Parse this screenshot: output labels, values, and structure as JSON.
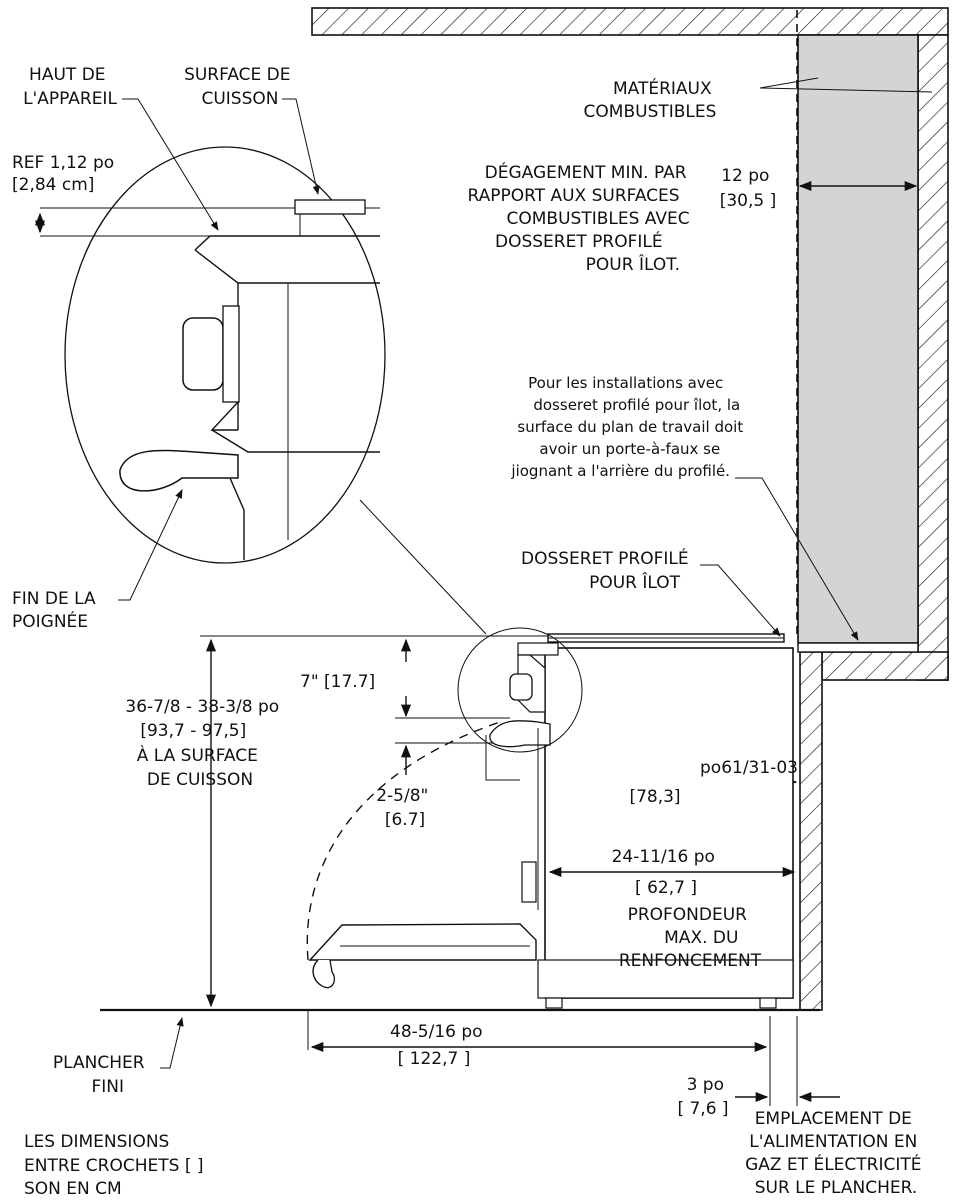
{
  "labels": {
    "haut_appareil": [
      "HAUT DE",
      "L'APPAREIL"
    ],
    "surface_cuisson": [
      "SURFACE DE",
      "CUISSON"
    ],
    "ref_dim": [
      "REF 1,12 po",
      "[2,84 cm]"
    ],
    "materiaux": [
      "MATÉRIAUX",
      "COMBUSTIBLES"
    ],
    "degagement": [
      "DÉGAGEMENT MIN. PAR",
      "RAPPORT AUX SURFACES",
      "COMBUSTIBLES AVEC",
      "DOSSERET PROFILÉ",
      "POUR ÎLOT."
    ],
    "clearance_dim": [
      "12 po",
      "[30,5 ]"
    ],
    "note_installation": [
      "Pour les installations avec",
      "dosseret profilé pour îlot, la",
      "surface du plan de travail doit",
      "avoir un porte-à-faux se",
      "jiognant a l'arrière du profilé."
    ],
    "dosseret": [
      "DOSSERET PROFILÉ",
      "POUR ÎLOT"
    ],
    "fin_poignee": [
      "FIN DE LA",
      "POIGNÉE"
    ],
    "height_dim": [
      "36-7/8 - 38-3/8 po",
      "[93,7 - 97,5]",
      "À LA SURFACE",
      "DE CUISSON"
    ],
    "dim_7": "7\" [17.7]",
    "dim_258": [
      "2-5/8\"",
      "[6.7]"
    ],
    "dim_783": "[78,3]",
    "dim_po61": "po61/31-03",
    "depth_dim": [
      "24-11/16 po",
      "[ 62,7 ]"
    ],
    "profondeur": [
      "PROFONDEUR",
      "MAX. DU",
      "RENFONCEMENT"
    ],
    "width_dim": [
      "48-5/16 po",
      "[ 122,7 ]"
    ],
    "dim_3": [
      "3 po",
      "[ 7,6 ]"
    ],
    "plancher": [
      "PLANCHER",
      "FINI"
    ],
    "dimensions_note": [
      "LES DIMENSIONS",
      "ENTRE CROCHETS  [ ]",
      "SON EN CM"
    ],
    "emplacement": [
      "EMPLACEMENT DE",
      "L'ALIMENTATION EN",
      "GAZ ET ÉLECTRICITÉ",
      "SUR LE PLANCHER."
    ]
  },
  "colors": {
    "cabinet_fill": "#d4d4d4",
    "line": "#111111"
  }
}
